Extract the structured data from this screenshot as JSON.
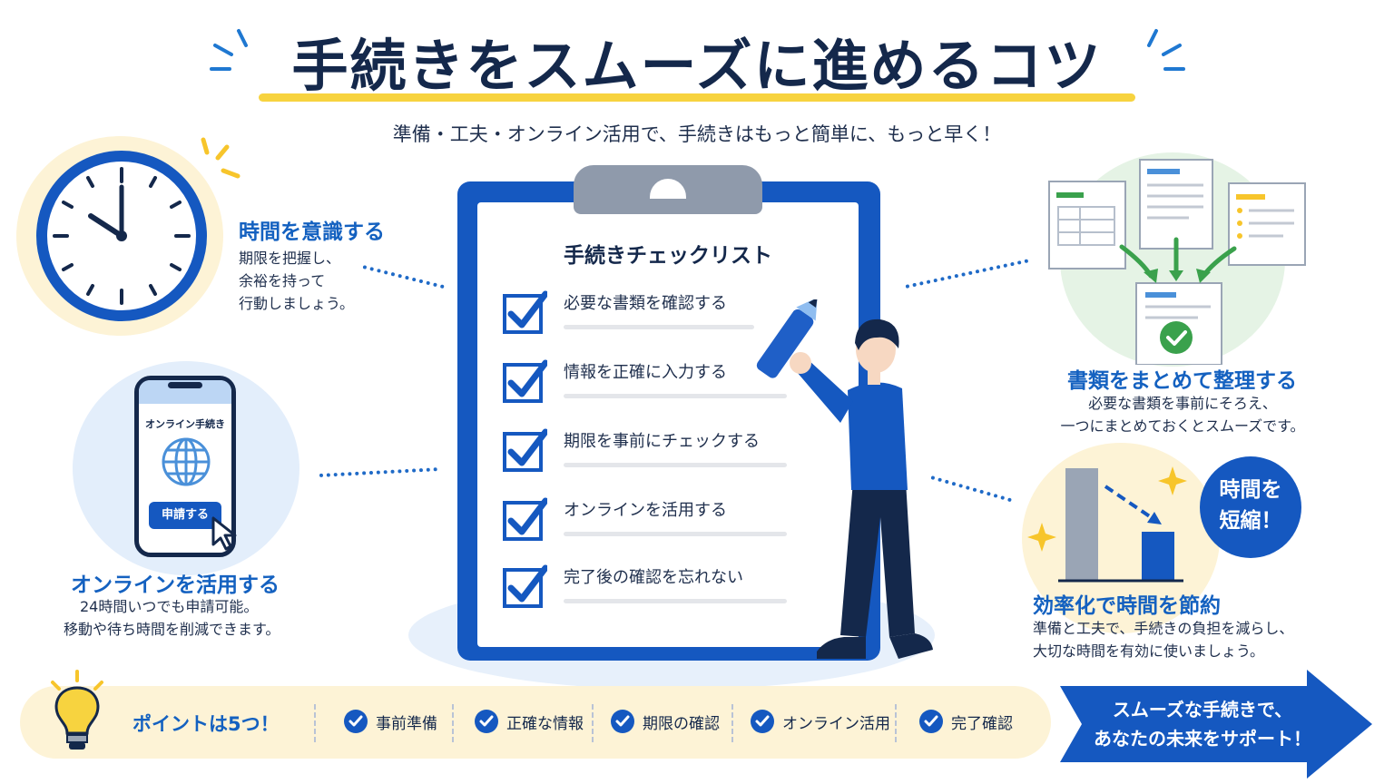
{
  "header": {
    "title": "手続きをスムーズに進めるコツ",
    "subtitle": "準備・工夫・オンライン活用で、手続きはもっと簡単に、もっと早く！"
  },
  "features": {
    "time": {
      "title": "時間を意識する",
      "desc": [
        "期限を把握し、",
        "余裕を持って",
        "行動しましょう。"
      ],
      "icon": "clock-icon"
    },
    "online": {
      "title": "オンラインを活用する",
      "desc": [
        "24時間いつでも申請可能。",
        "移動や待ち時間を削減できます。"
      ],
      "icon": "smartphone-icon"
    },
    "documents": {
      "title": "書類をまとめて整理する",
      "desc": [
        "必要な書類を事前にそろえ、",
        "一つにまとめておくとスムーズです。"
      ],
      "icon": "documents-icon"
    },
    "efficiency": {
      "title": "効率化で時間を節約",
      "desc": [
        "準備と工夫で、手続きの負担を減らし、",
        "大切な時間を有効に使いましょう。"
      ],
      "icon": "bar-chart-decrease-icon"
    }
  },
  "phone": {
    "screen_title": "オンライン手続き",
    "button": "申請する"
  },
  "badge": {
    "line1": "時間を",
    "line2": "短縮！"
  },
  "checklist": {
    "title": "手続きチェックリスト",
    "items": [
      "必要な書類を確認する",
      "情報を正確に入力する",
      "期限を事前にチェックする",
      "オンラインを活用する",
      "完了後の確認を忘れない"
    ]
  },
  "points": {
    "title": "ポイントは5つ！",
    "items": [
      "事前準備",
      "正確な情報",
      "期限の確認",
      "オンライン活用",
      "完了確認"
    ]
  },
  "banner": {
    "line1": "スムーズな手続きで、",
    "line2": "あなたの未来をサポート！"
  },
  "colors": {
    "primary": "#1558c0",
    "accent_yellow": "#f7d33f",
    "navy": "#14284b",
    "green": "#3aa14c"
  }
}
